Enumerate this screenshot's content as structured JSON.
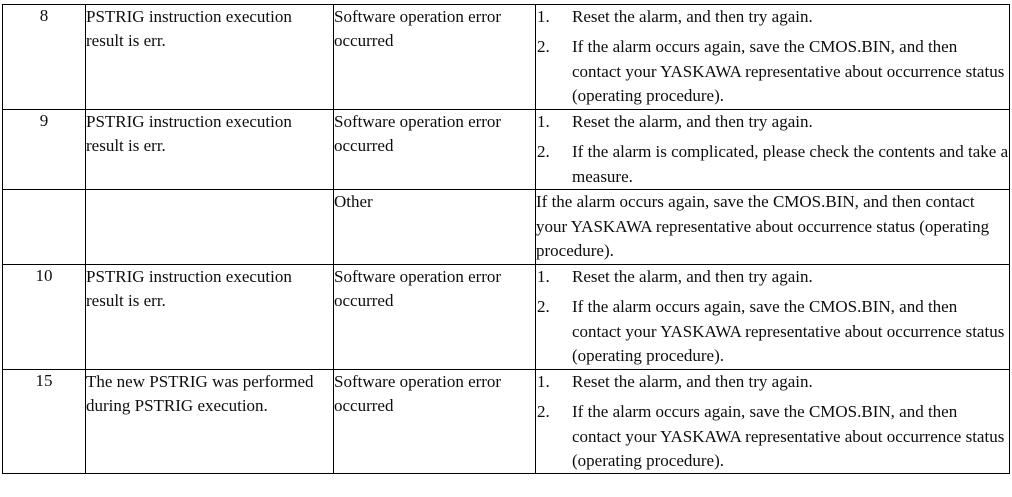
{
  "document": {
    "type": "alarm-remedy-table",
    "columns": [
      "no",
      "cause",
      "sub_cause",
      "remedy"
    ]
  },
  "strings": {
    "sub_cause_software_error": "Software operation error occurred",
    "sub_cause_other": "Other",
    "cause_pstrig_err": "PSTRIG instruction execution result is err.",
    "cause_new_pstrig": "The new PSTRIG was performed during PSTRIG execution.",
    "remedy_reset_alarm": "Reset the alarm, and then try again.",
    "remedy_save_cmos": "If the alarm occurs again, save the CMOS.BIN, and then contact your YASKAWA representative about occurrence status (operating procedure).",
    "remedy_complicated": "If the alarm is complicated, please check the contents and take a measure.",
    "marker_1": "1.",
    "marker_2": "2."
  },
  "rows": [
    {
      "no": "8",
      "cause": "PSTRIG instruction execution result is err.",
      "sub_cause": "Software operation error occurred",
      "remedy_type": "numbered",
      "remedy_items": [
        {
          "marker": "1.",
          "text": "Reset the alarm, and then try again."
        },
        {
          "marker": "2.",
          "text": "If the alarm occurs again, save the CMOS.BIN, and then contact your YASKAWA representative about occurrence status (operating procedure)."
        }
      ]
    },
    {
      "no": "9",
      "cause": "PSTRIG instruction execution result is err.",
      "sub_cause": "Software operation error occurred",
      "remedy_type": "numbered",
      "remedy_items": [
        {
          "marker": "1.",
          "text": "Reset the alarm, and then try again."
        },
        {
          "marker": "2.",
          "text": "If the alarm is complicated, please check the contents and take a measure."
        }
      ]
    },
    {
      "no": "",
      "cause": "",
      "sub_cause": "Other",
      "remedy_type": "plain",
      "remedy_text": "If the alarm occurs again, save the CMOS.BIN, and then contact your YASKAWA representative about occurrence status (operating procedure)."
    },
    {
      "no": "10",
      "cause": "PSTRIG instruction execution result is err.",
      "sub_cause": "Software operation error occurred",
      "remedy_type": "numbered",
      "remedy_items": [
        {
          "marker": "1.",
          "text": "Reset the alarm, and then try again."
        },
        {
          "marker": "2.",
          "text": "If the alarm occurs again, save the CMOS.BIN, and then contact your YASKAWA representative about occurrence status (operating procedure)."
        }
      ]
    },
    {
      "no": "15",
      "cause": "The new PSTRIG was performed during PSTRIG execution.",
      "sub_cause": "Software operation error occurred",
      "remedy_type": "numbered",
      "remedy_items": [
        {
          "marker": "1.",
          "text": "Reset the alarm, and then try again."
        },
        {
          "marker": "2.",
          "text": "If the alarm occurs again, save the CMOS.BIN, and then contact your YASKAWA representative about occurrence status (operating procedure)."
        }
      ]
    }
  ],
  "colors": {
    "border": "#000000",
    "text": "#0d0d0d",
    "background": "#ffffff"
  }
}
